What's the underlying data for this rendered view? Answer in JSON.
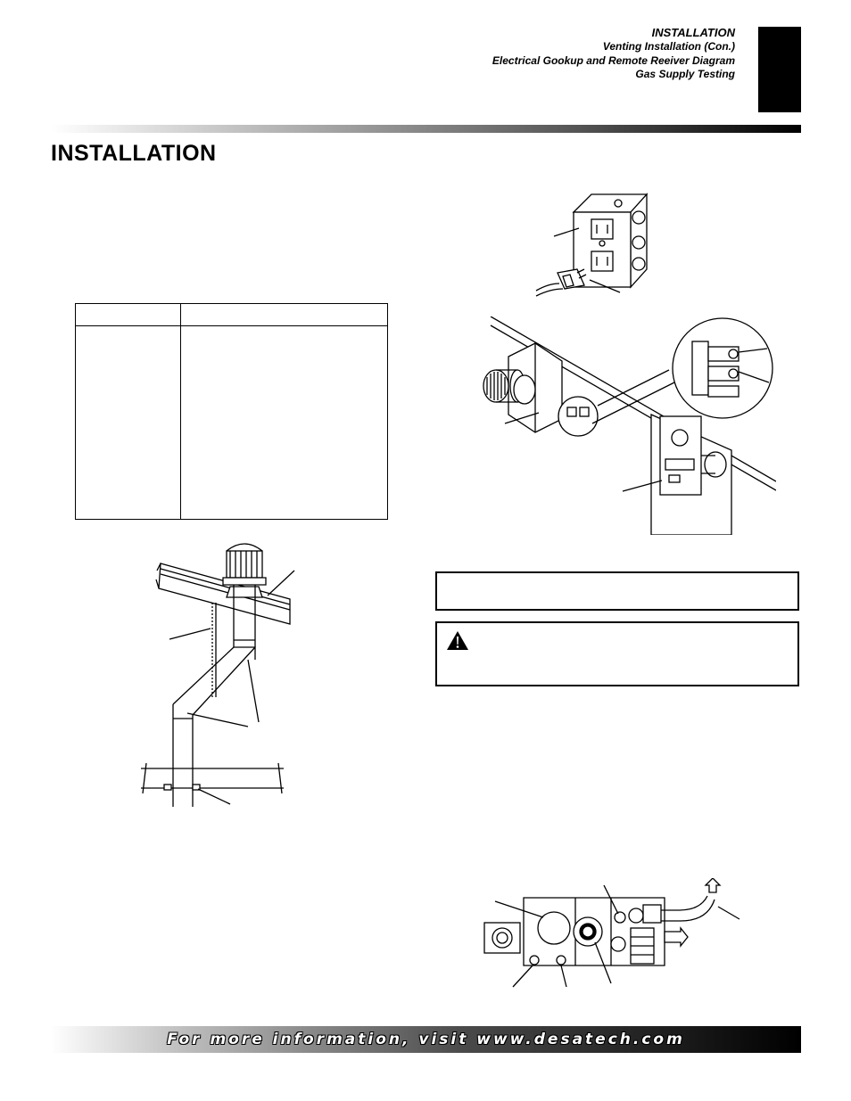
{
  "header": {
    "section": "INSTALLATION",
    "subsections": [
      "Venting Installation (Con.)",
      "Electrical Gookup and Remote Reeiver Diagram",
      "Gas Supply Testing"
    ]
  },
  "page_title": "INSTALLATION",
  "footer": {
    "text": "For more information, visit www.desatech.com"
  },
  "icons": {
    "warning": "warning-triangle-icon"
  }
}
